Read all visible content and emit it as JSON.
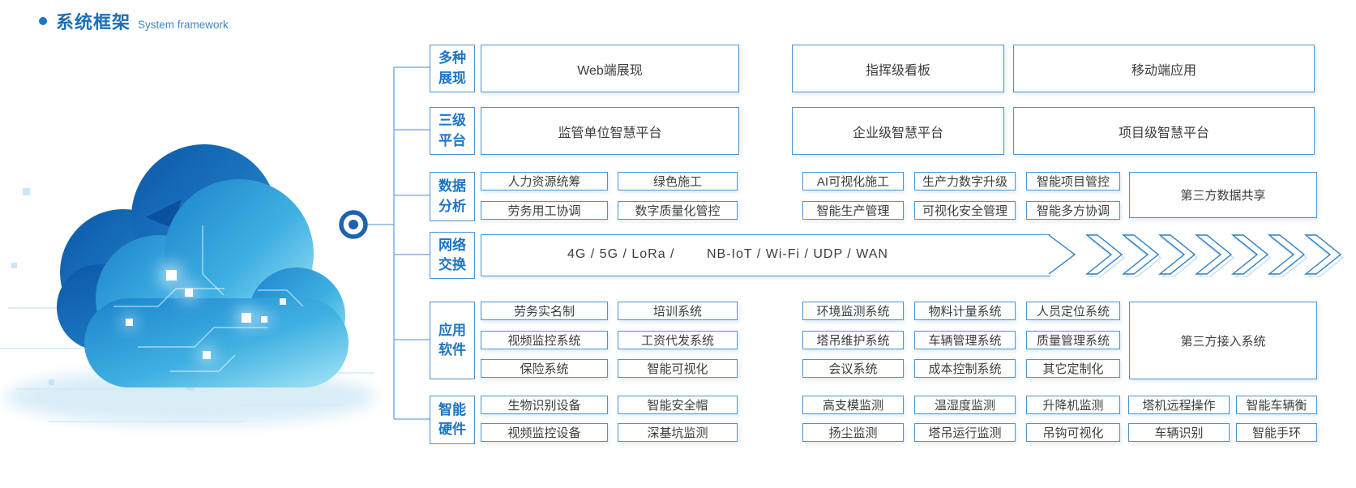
{
  "title": {
    "zh": "系统框架",
    "en": "System framework"
  },
  "colors": {
    "accent": "#1f74c4",
    "box_border": "#4a94cf",
    "box_text": "#3d3d3d",
    "line": "#6aa5d6"
  },
  "layers": [
    {
      "id": "display",
      "label1": "多种",
      "label2": "展现",
      "boxes": [
        "Web端展现",
        "指挥级看板",
        "移动端应用"
      ]
    },
    {
      "id": "platform",
      "label1": "三级",
      "label2": "平台",
      "boxes": [
        "监管单位智慧平台",
        "企业级智慧平台",
        "项目级智慧平台"
      ]
    },
    {
      "id": "data-analysis",
      "label1": "数据",
      "label2": "分析",
      "left": [
        [
          "人力资源统筹",
          "绿色施工"
        ],
        [
          "劳务用工协调",
          "数字质量化管控"
        ]
      ],
      "mid": [
        [
          "AI可视化施工",
          "生产力数字升级",
          "智能项目管控"
        ],
        [
          "智能生产管理",
          "可视化安全管理",
          "智能多方协调"
        ]
      ],
      "big": "第三方数据共享"
    },
    {
      "id": "network",
      "label1": "网络",
      "label2": "交换",
      "seg1": "4G / 5G / LoRa /",
      "seg2": "NB-IoT / Wi-Fi / UDP / WAN"
    },
    {
      "id": "software",
      "label1": "应用",
      "label2": "软件",
      "left": [
        [
          "劳务实名制",
          "培训系统"
        ],
        [
          "视频监控系统",
          "工资代发系统"
        ],
        [
          "保险系统",
          "智能可视化"
        ]
      ],
      "mid": [
        [
          "环境监测系统",
          "物料计量系统",
          "人员定位系统"
        ],
        [
          "塔吊维护系统",
          "车辆管理系统",
          "质量管理系统"
        ],
        [
          "会议系统",
          "成本控制系统",
          "其它定制化"
        ]
      ],
      "big": "第三方接入系统"
    },
    {
      "id": "hardware",
      "label1": "智能",
      "label2": "硬件",
      "left": [
        [
          "生物识别设备",
          "智能安全帽"
        ],
        [
          "视频监控设备",
          "深基坑监测"
        ]
      ],
      "mid": [
        [
          "高支模监测",
          "温湿度监测",
          "升降机监测"
        ],
        [
          "扬尘监测",
          "塔吊运行监测",
          "吊钩可视化"
        ]
      ],
      "right": [
        [
          "塔机远程操作",
          "智能车辆衡"
        ],
        [
          "车辆识别",
          "智能手环"
        ]
      ]
    }
  ]
}
